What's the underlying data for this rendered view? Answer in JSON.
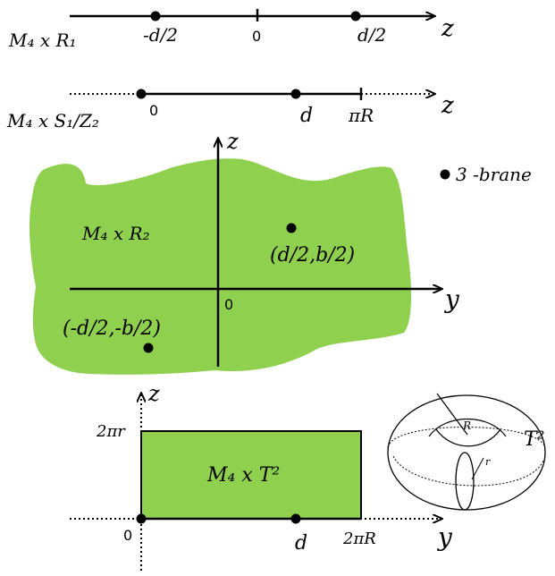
{
  "colors": {
    "region_fill": "#8fd14f",
    "ink": "#000000"
  },
  "line1": {
    "space_label": "M₄ x R₁",
    "axis_label": "z",
    "ticks": [
      "-d/2",
      "0",
      "d/2"
    ]
  },
  "line2": {
    "space_label": "M₄ x S₁/Z₂",
    "axis_label": "z",
    "ticks": [
      "0",
      "d",
      "πR"
    ]
  },
  "plane": {
    "space_label": "M₄ x R₂",
    "y_axis_label": "z",
    "x_axis_label": "y",
    "origin_label": "0",
    "point_a_label": "(d/2,b/2)",
    "point_b_label": "(-d/2,-b/2)"
  },
  "legend": {
    "marker_label": "3 -brane"
  },
  "torus_box": {
    "space_label": "M₄ x T²",
    "x_axis_label": "y",
    "y_axis_label": "z",
    "origin_label": "0",
    "y_tick_label": "2πr",
    "x_tick_d": "d",
    "x_tick_end": "2πR"
  },
  "torus": {
    "label": "T²",
    "big_radius_label": "R",
    "small_radius_label": "r"
  }
}
